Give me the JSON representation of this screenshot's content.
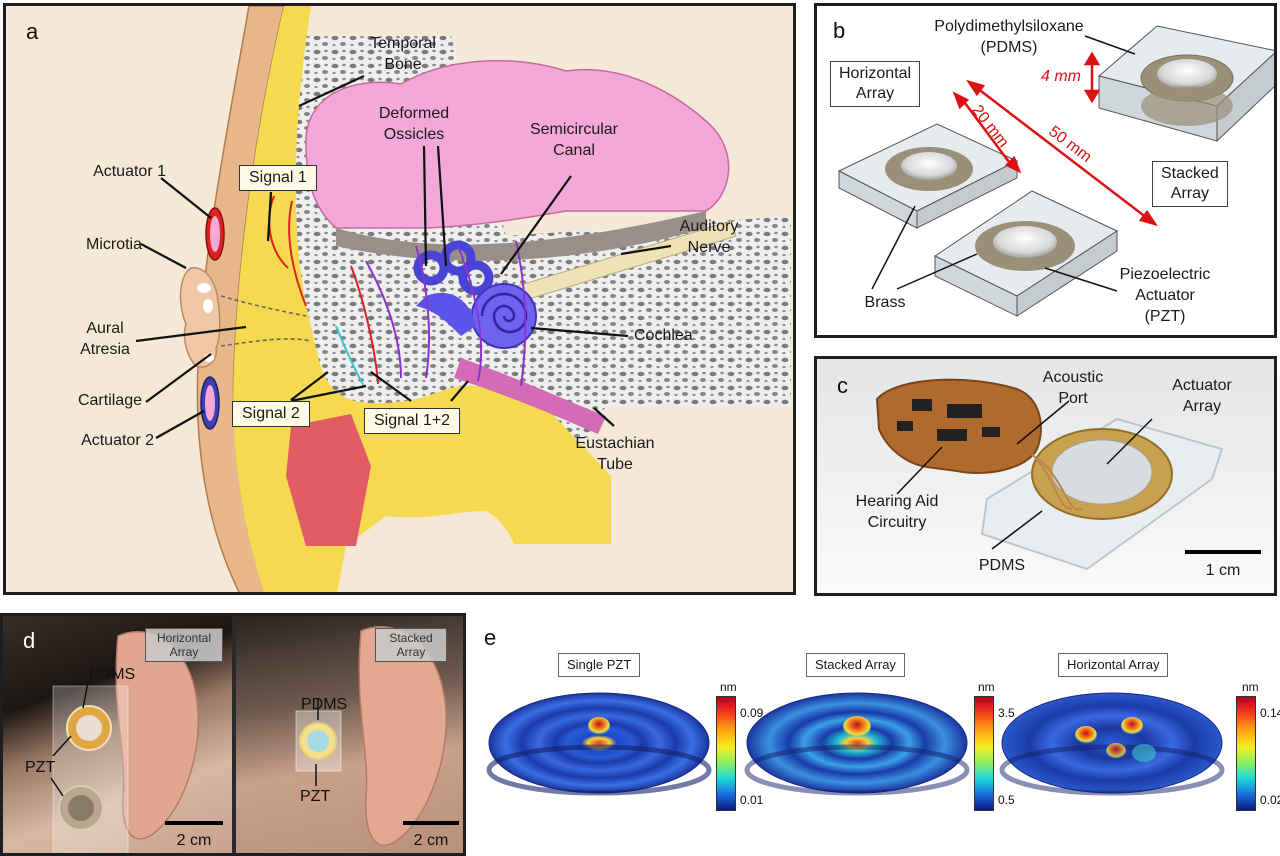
{
  "panel_a": {
    "letter": "a",
    "labels": {
      "temporal_bone": "Temporal\nBone",
      "deformed_ossicles": "Deformed\nOssicles",
      "semicircular_canal": "Semicircular\nCanal",
      "auditory_nerve": "Auditory\nNerve",
      "actuator_1": "Actuator 1",
      "microtia": "Microtia",
      "aural_atresia": "Aural\nAtresia",
      "cartilage": "Cartilage",
      "actuator_2": "Actuator 2",
      "cochlea": "Cochlea",
      "eustachian_tube": "Eustachian\nTube"
    },
    "signals": {
      "signal_1": "Signal 1",
      "signal_2": "Signal 2",
      "signal_12": "Signal 1+2"
    }
  },
  "panel_b": {
    "letter": "b",
    "pdms": "Polydimethylsiloxane\n(PDMS)",
    "thickness": "4 mm",
    "horizontal_array": "Horizontal\nArray",
    "stacked_array": "Stacked\nArray",
    "dist_20": "20 mm",
    "dist_50": "50 mm",
    "brass": "Brass",
    "pzt": "Piezoelectric\nActuator\n(PZT)"
  },
  "panel_c": {
    "letter": "c",
    "acoustic_port": "Acoustic\nPort",
    "actuator_array": "Actuator\nArray",
    "hearing_aid": "Hearing Aid\nCircuitry",
    "pdms": "PDMS",
    "scale": "1 cm"
  },
  "panel_d": {
    "letter": "d",
    "left": {
      "tag": "Horizontal\nArray",
      "pdms": "PDMS",
      "pzt": "PZT",
      "scale": "2 cm"
    },
    "right": {
      "tag": "Stacked\nArray",
      "pdms": "PDMS",
      "pzt": "PZT",
      "scale": "2 cm"
    }
  },
  "panel_e": {
    "letter": "e",
    "plots": [
      {
        "title": "Single PZT",
        "unit": "nm",
        "max": "0.09",
        "min": "0.01"
      },
      {
        "title": "Stacked Array",
        "unit": "nm",
        "max": "3.5",
        "min": "0.5"
      },
      {
        "title": "Horizontal Array",
        "unit": "nm",
        "max": "0.14",
        "min": "0.02"
      }
    ]
  },
  "colors": {
    "panel_a_bg": "#f4e8d6",
    "skin": "#e8b88a",
    "tissue_yellow": "#f5d94e",
    "bone_pink": "#f3a8d8",
    "cochlea_blue": "#5a55e8",
    "muscle_red": "#e25c66",
    "arrow_red": "#dd1111"
  }
}
